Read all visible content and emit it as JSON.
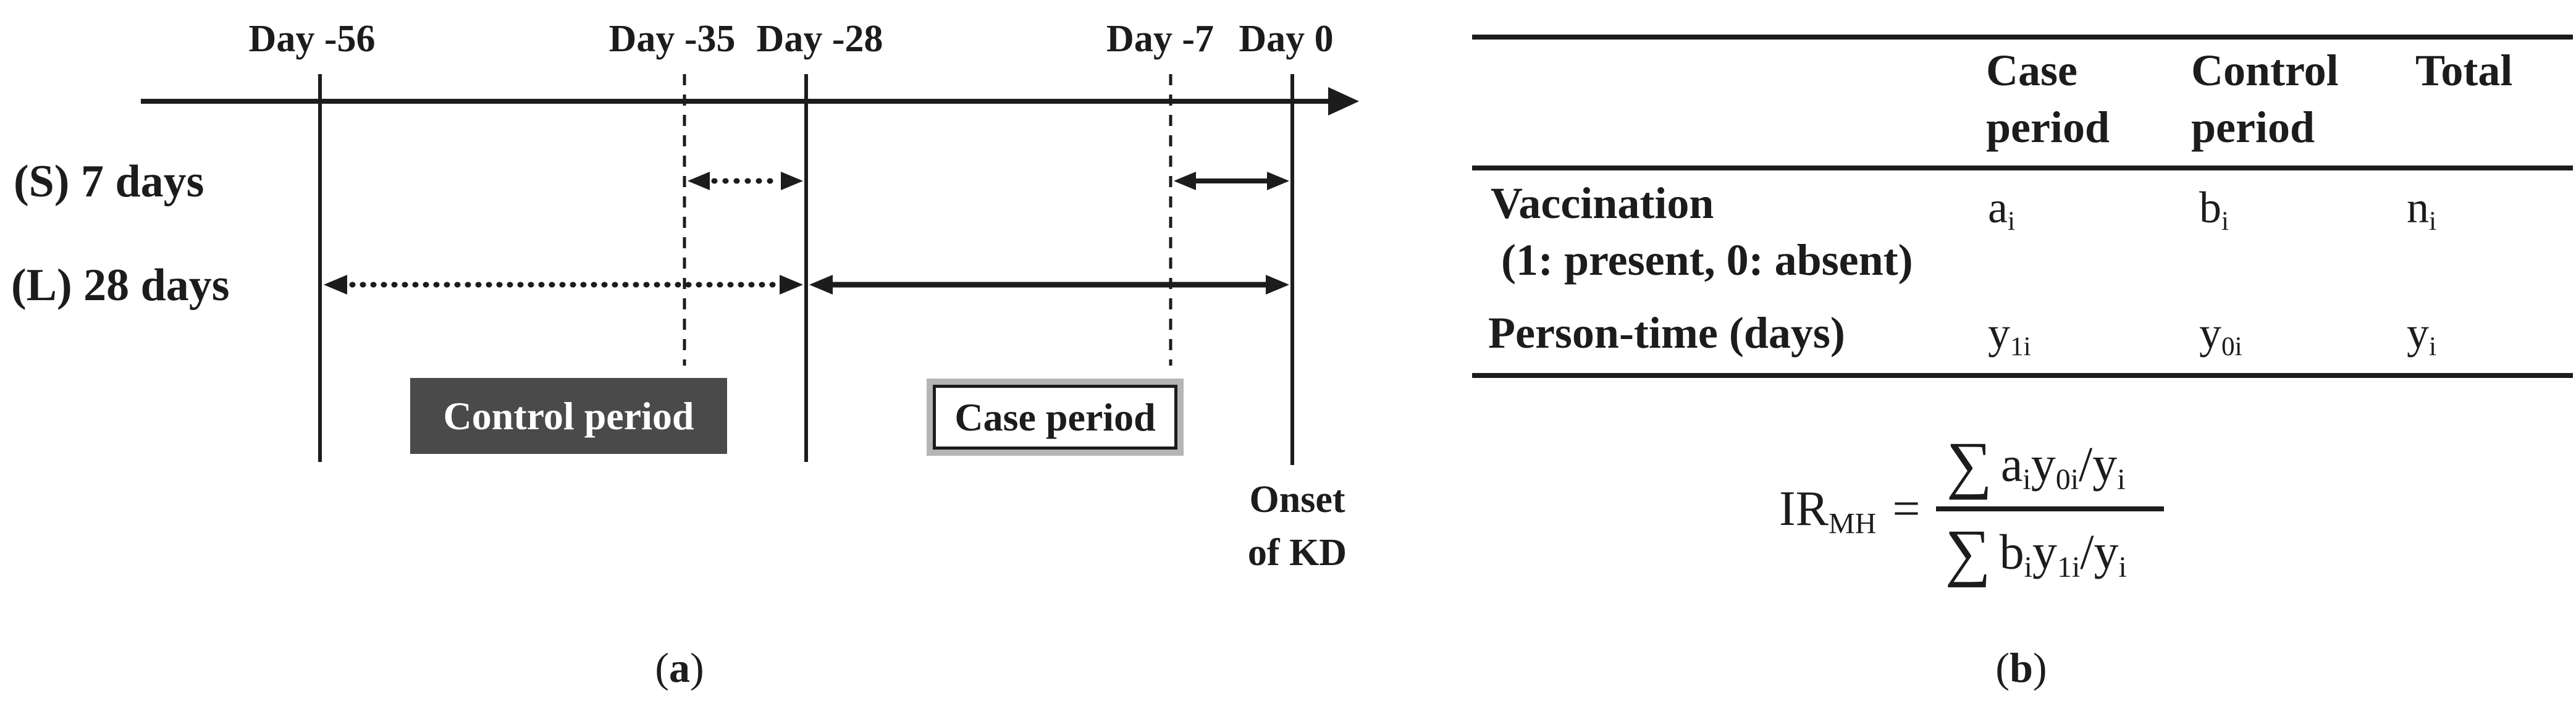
{
  "colors": {
    "ink": "#1c1c1c",
    "paper": "#ffffff",
    "control_box_bg": "#4a4a4a",
    "control_box_text": "#ffffff",
    "case_box_shadow": "#b5b5b5"
  },
  "panel_a": {
    "tag_open": "(",
    "tag_letter": "a",
    "tag_close": ")",
    "day_labels": [
      "Day -56",
      "Day -35",
      "Day -28",
      "Day -7",
      "Day 0"
    ],
    "series_short_label": "(S) 7 days",
    "series_long_label": "(L) 28 days",
    "control_period_label": "Control period",
    "case_period_label": "Case period",
    "onset_line1": "Onset",
    "onset_line2": "of KD"
  },
  "panel_b": {
    "tag_open": "(",
    "tag_letter": "b",
    "tag_close": ")",
    "table": {
      "columns": [
        {
          "line1": "Case",
          "line2": "period"
        },
        {
          "line1": "Control",
          "line2": "period"
        },
        {
          "line1": "Total",
          "line2": ""
        }
      ],
      "rows": [
        {
          "label": "Vaccination",
          "label2": "(1: present, 0: absent)",
          "values": [
            {
              "base": "a",
              "sub": "i"
            },
            {
              "base": "b",
              "sub": "i"
            },
            {
              "base": "n",
              "sub": "i"
            }
          ]
        },
        {
          "label": "Person-time (days)",
          "label2": "",
          "values": [
            {
              "base": "y",
              "sub": "1i"
            },
            {
              "base": "y",
              "sub": "0i"
            },
            {
              "base": "y",
              "sub": "i"
            }
          ]
        }
      ]
    },
    "formula": {
      "lhs_base": "IR",
      "lhs_sub": "MH",
      "equals": "=",
      "num": {
        "sigma": "∑",
        "t1": "a",
        "t1s": "i",
        "t2": "y",
        "t2s": "0i",
        "div": "/",
        "t3": "y",
        "t3s": "i"
      },
      "den": {
        "sigma": "∑",
        "t1": "b",
        "t1s": "i",
        "t2": "y",
        "t2s": "1i",
        "div": "/",
        "t3": "y",
        "t3s": "i"
      }
    }
  }
}
